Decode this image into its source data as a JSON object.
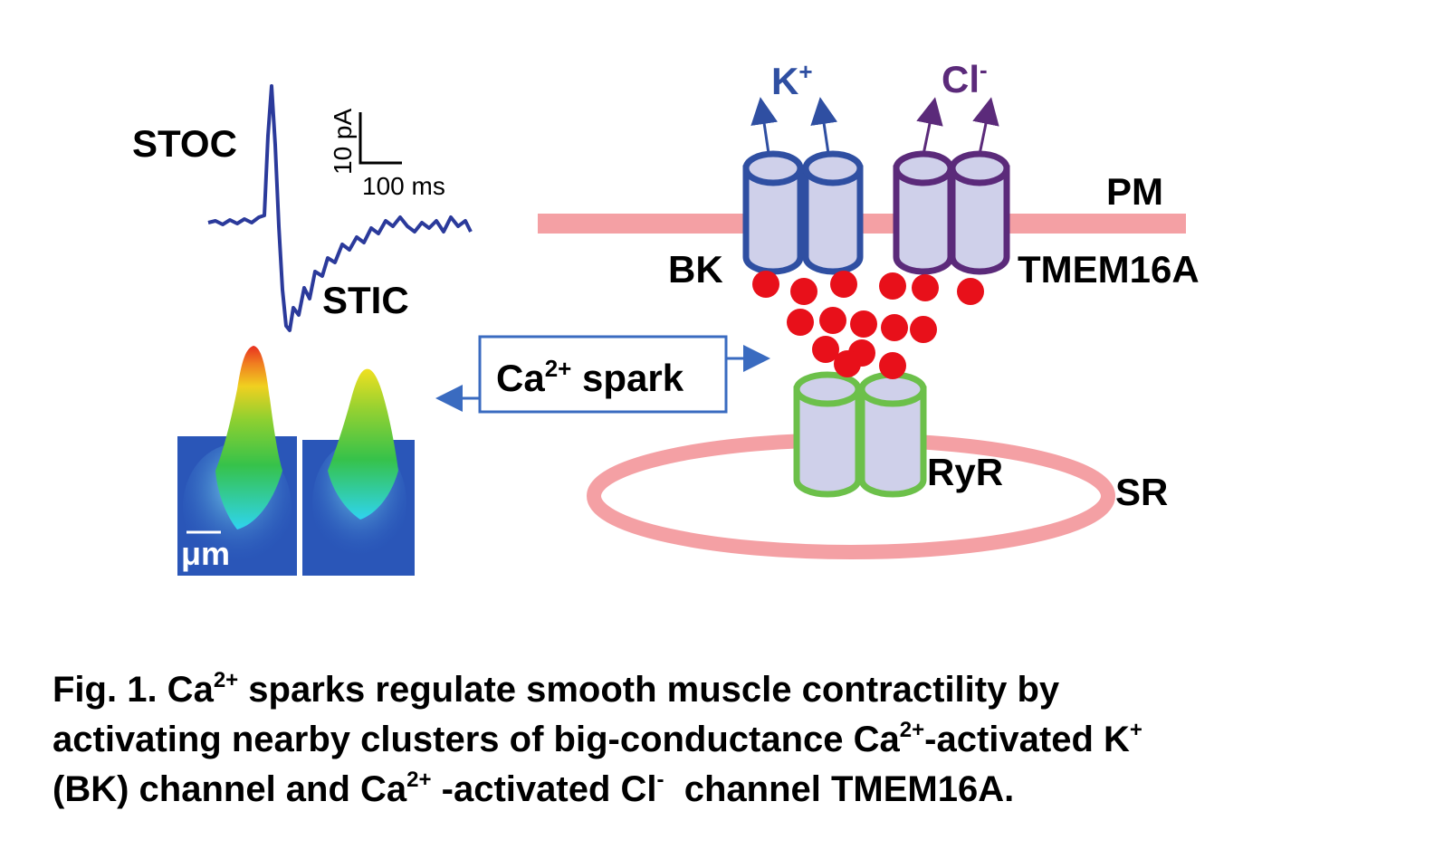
{
  "trace": {
    "stoc_label": "STOC",
    "stic_label": "STIC",
    "scale_y_label": "10 pA",
    "scale_x_label": "100 ms"
  },
  "spark_image": {
    "scale_label": "μm"
  },
  "spark_box": {
    "label_main": "Ca",
    "label_sup": "2+",
    "label_rest": " spark"
  },
  "channels": {
    "k_ion": "K",
    "k_ion_sup": "+",
    "cl_ion": "Cl",
    "cl_ion_sup": "-",
    "pm_label": "PM",
    "bk_label": "BK",
    "tmem_label": "TMEM16A",
    "ryr_label": "RyR",
    "sr_label": "SR"
  },
  "colors": {
    "trace": "#2b3a9b",
    "bk": "#2f4fa2",
    "tmem": "#5b2a7a",
    "ryr": "#6cc04a",
    "membrane": "#f4a0a4",
    "calcium": "#e8101a",
    "cylinder_fill": "#cfd0ea",
    "arrow_box": "#3a6bc0"
  },
  "caption": {
    "line1_a": "Fig. 1. Ca",
    "line1_sup": "2+",
    "line1_b": " sparks regulate smooth muscle contractility by",
    "line2_a": "activating nearby clusters of big-conductance Ca",
    "line2_sup1": "2+",
    "line2_b": "-activated K",
    "line2_sup2": "+",
    "line3_a": "(BK) channel and Ca",
    "line3_sup1": "2+",
    "line3_b": " -activated Cl",
    "line3_sup2": "-",
    "line3_c": "  channel TMEM16A."
  }
}
